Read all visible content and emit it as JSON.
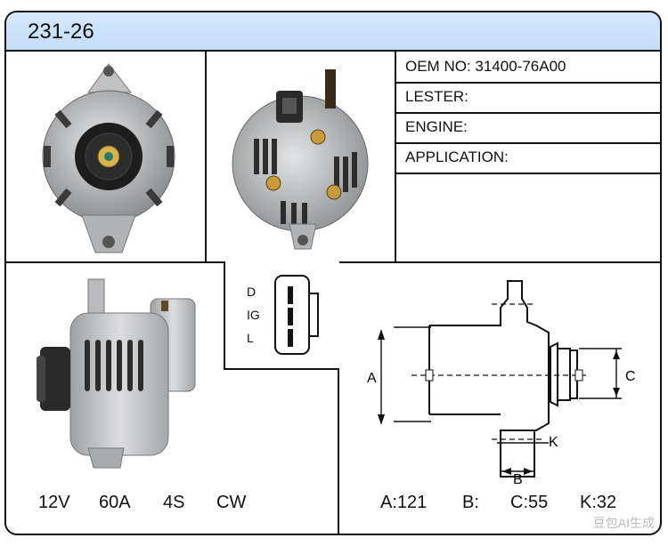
{
  "header": {
    "model": "231-26"
  },
  "info": {
    "oem": "OEM NO: 31400-76A00",
    "lester": "LESTER:",
    "engine": "ENGINE:",
    "application": "APPLICATION:"
  },
  "connector": {
    "pins": [
      "D",
      "IG",
      "L"
    ]
  },
  "specs": {
    "voltage": "12V",
    "amperage": "60A",
    "groove": "4S",
    "rotation": "CW"
  },
  "dimensions": {
    "labels": {
      "a": "A",
      "b": "B",
      "c": "C",
      "k": "K"
    },
    "values": {
      "a": "A:121",
      "b": "B:",
      "c": "C:55",
      "k": "K:32"
    }
  },
  "watermark": "豆包AI生成",
  "colors": {
    "header_bg": "#c8dff7",
    "border": "#111111",
    "metal": "#b9bcbe"
  }
}
